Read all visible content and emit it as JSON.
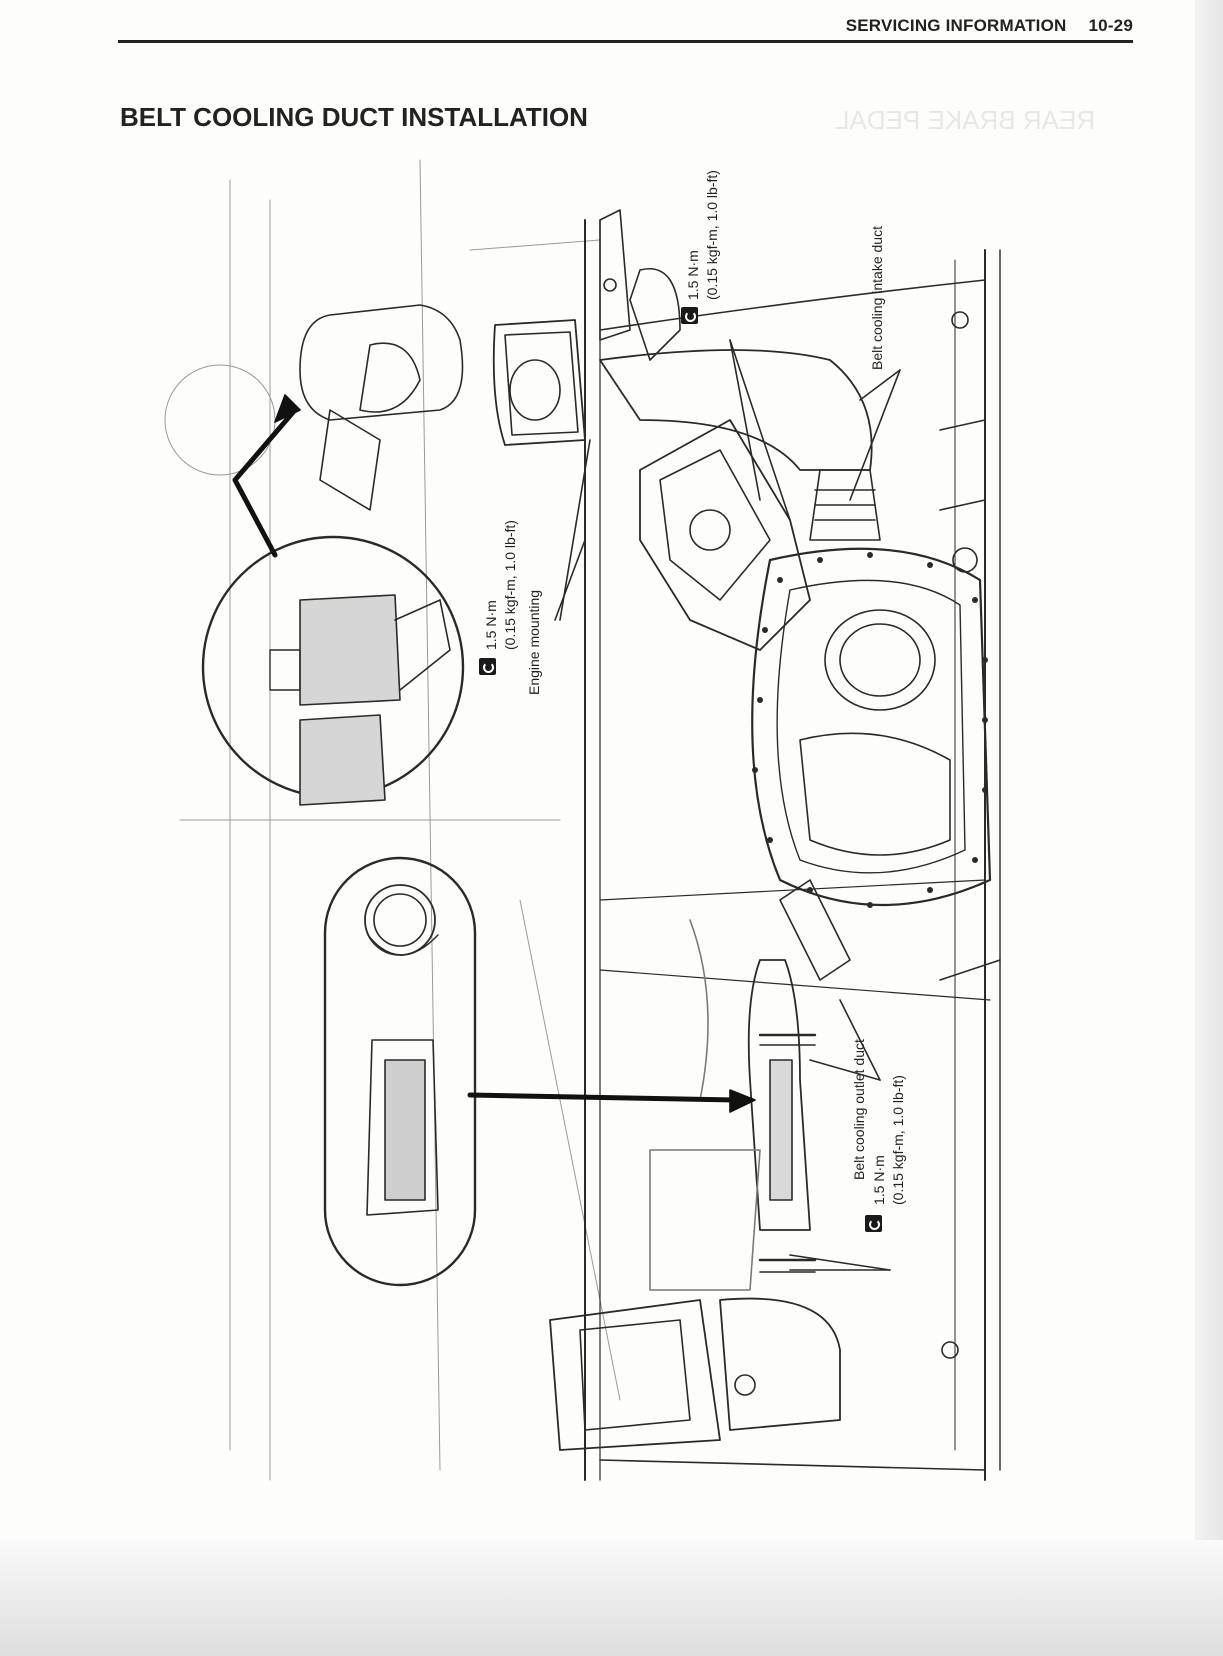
{
  "header": {
    "running_title": "SERVICING INFORMATION",
    "page_number": "10-29"
  },
  "section": {
    "title": "BELT COOLING DUCT INSTALLATION"
  },
  "callouts": {
    "torque_top": {
      "line1": "1.5 N·m",
      "line2": "(0.15 kgf-m, 1.0 lb-ft)"
    },
    "intake_duct_label": "Belt cooling intake duct",
    "torque_mid": {
      "line1": "1.5 N·m",
      "line2": "(0.15 kgf-m, 1.0 lb-ft)"
    },
    "engine_mounting_label": "Engine mounting",
    "outlet_duct_label": "Belt cooling outlet duct",
    "torque_bottom": {
      "line1": "1.5 N·m",
      "line2": "(0.15 kgf-m, 1.0 lb-ft)"
    }
  },
  "icons": {
    "torque": "torque-wrench-icon"
  }
}
